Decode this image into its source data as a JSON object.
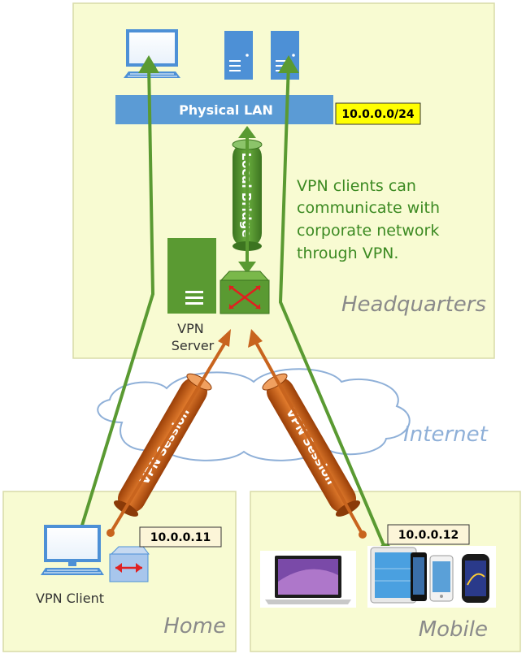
{
  "colors": {
    "zone_fill": "#f8fbd2",
    "zone_border": "#d8dba8",
    "green": "#5a9a32",
    "dark_green": "#4b8a2a",
    "orange": "#c05a14",
    "blue": "#4d90d6",
    "lan_blue": "#5b9bd5",
    "cloud": "#8fb0d8",
    "yellow": "#ffff00"
  },
  "headquarters": {
    "zone_label": "Headquarters",
    "lan_label": "Physical LAN",
    "lan_subnet": "10.0.0.0/24",
    "bridge_label": "Local Bridge",
    "note": [
      "VPN clients can",
      "communicate with",
      "corporate network",
      "through VPN."
    ],
    "server_label": [
      "VPN",
      "Server"
    ]
  },
  "internet": {
    "label": "Internet"
  },
  "sessions": [
    {
      "label": "VPN Session"
    },
    {
      "label": "VPN Session"
    }
  ],
  "home": {
    "zone_label": "Home",
    "client_label": "VPN Client",
    "ip": "10.0.0.11"
  },
  "mobile": {
    "zone_label": "Mobile",
    "ip": "10.0.0.12"
  }
}
